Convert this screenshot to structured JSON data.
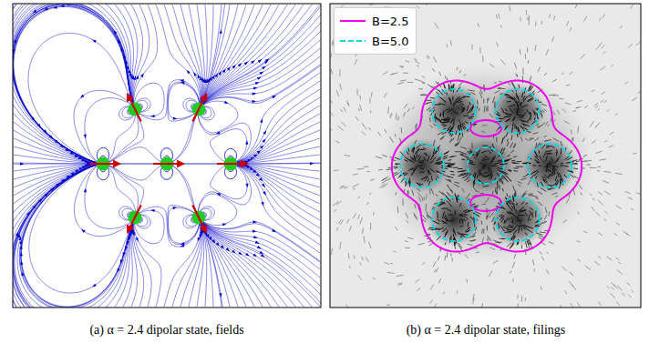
{
  "diagram": {
    "labels": [
      "(a) α = 2.4 dipolar state, fields",
      "(b) α = 2.4 dipolar state, filings"
    ],
    "legend": [
      {
        "text": "B=2.5"
      },
      {
        "text": "B=5.0"
      }
    ]
  }
}
